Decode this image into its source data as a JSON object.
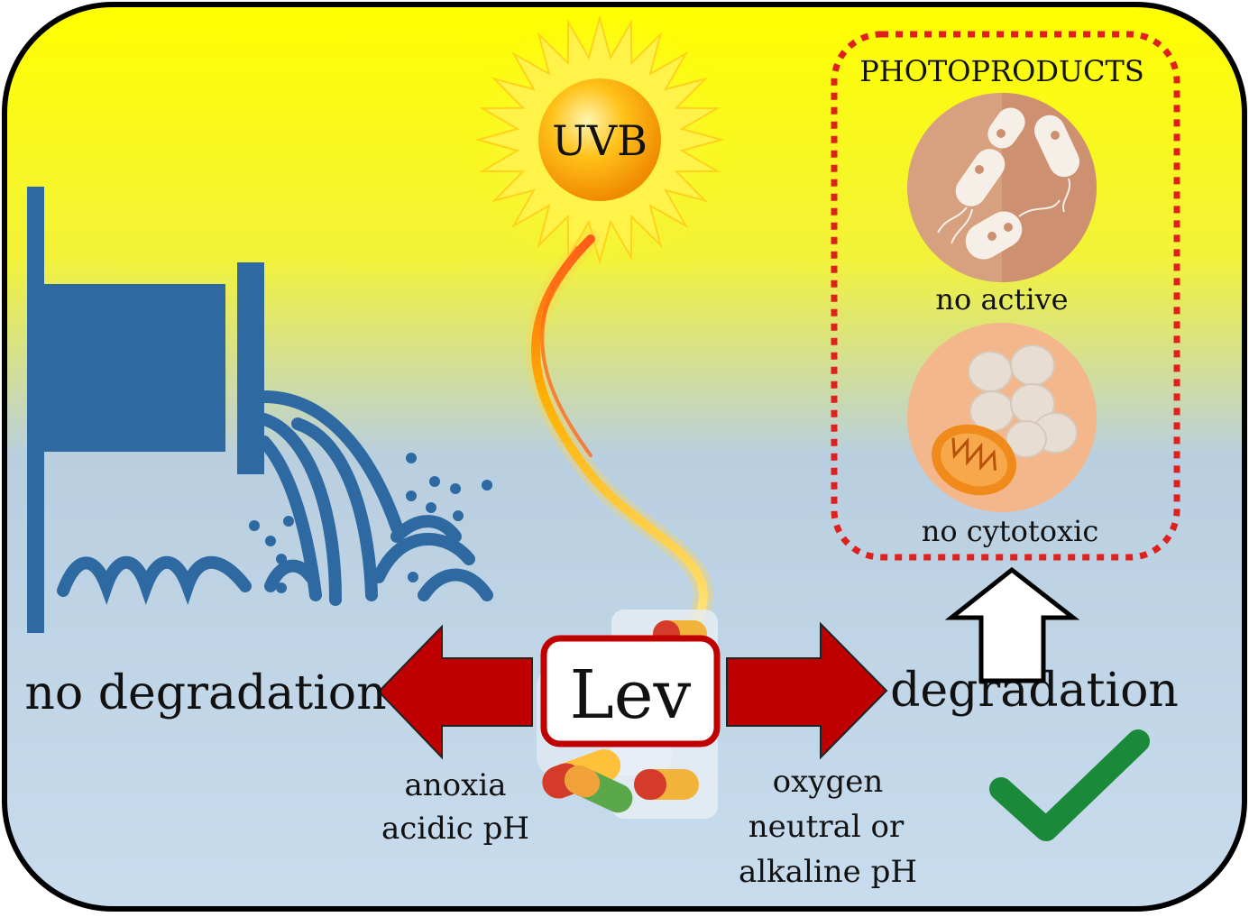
{
  "sun": {
    "label": "UVB"
  },
  "center": {
    "label": "Lev"
  },
  "left": {
    "result": "no degradation",
    "conditions": [
      "anoxia",
      "acidic pH"
    ]
  },
  "right": {
    "result": "degradation",
    "conditions": [
      "oxygen",
      "neutral or",
      "alkaline pH"
    ]
  },
  "photoproducts": {
    "title": "PHOTOPRODUCTS",
    "items": [
      "no active",
      "no cytotoxic"
    ]
  },
  "colors": {
    "bg_top": "#ffff00",
    "bg_bottom": "#c6dcef",
    "pipe": "#2e6aa1",
    "arrow": "#c00000",
    "dashed_border": "#e0201c",
    "check": "#1a8a3a",
    "sun_core": "#f59a00"
  }
}
